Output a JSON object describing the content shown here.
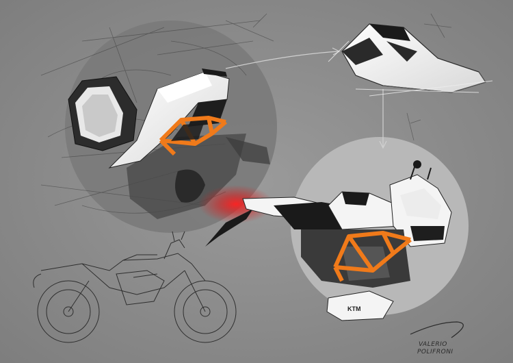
{
  "artwork": {
    "signature": {
      "line1": "VALERIO",
      "line2": "POLIFRONI"
    },
    "brand_mark": "KTM",
    "colors": {
      "background": "#8f8f8f",
      "accent_orange": "#f07a1a",
      "tail_light_red": "#e02020",
      "panel_white": "#f4f4f4",
      "panel_black": "#1a1a1a"
    }
  }
}
